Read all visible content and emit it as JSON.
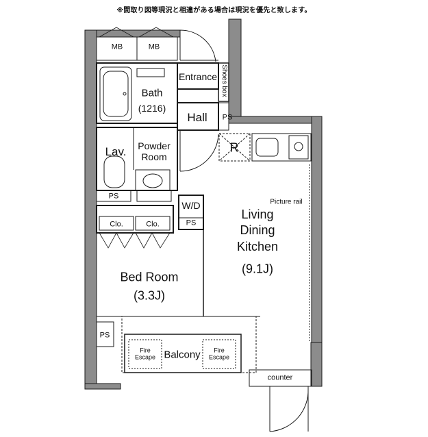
{
  "header": {
    "note": "※間取り図等現況と相違がある場合は現況を優先と致します。"
  },
  "rooms": {
    "mb_left": "MB",
    "mb_right": "MB",
    "entrance": "Entrance",
    "shoes_box": "Shoes box",
    "bath": "Bath",
    "bath_size": "(1216)",
    "hall": "Hall",
    "ps_hall": "PS",
    "refrigerator": "R",
    "lav": "Lav.",
    "powder_room": "Powder\nRoom",
    "ps_lav": "PS",
    "wd": "W/D",
    "ps_wd": "PS",
    "clo_left": "Clo.",
    "clo_right": "Clo.",
    "picture_rail": "Picture rail",
    "ldk": "Living\nDining\nKitchen",
    "ldk_size": "(9.1J)",
    "bed_room": "Bed Room",
    "bed_size": "(3.3J)",
    "ps_bed": "PS",
    "balcony": "Balcony",
    "fire_escape_left": "Fire\nEscape",
    "fire_escape_right": "Fire\nEscape",
    "counter": "counter"
  },
  "colors": {
    "wall": "#8c8c8c",
    "line": "#1a1a1a",
    "background": "#ffffff"
  }
}
